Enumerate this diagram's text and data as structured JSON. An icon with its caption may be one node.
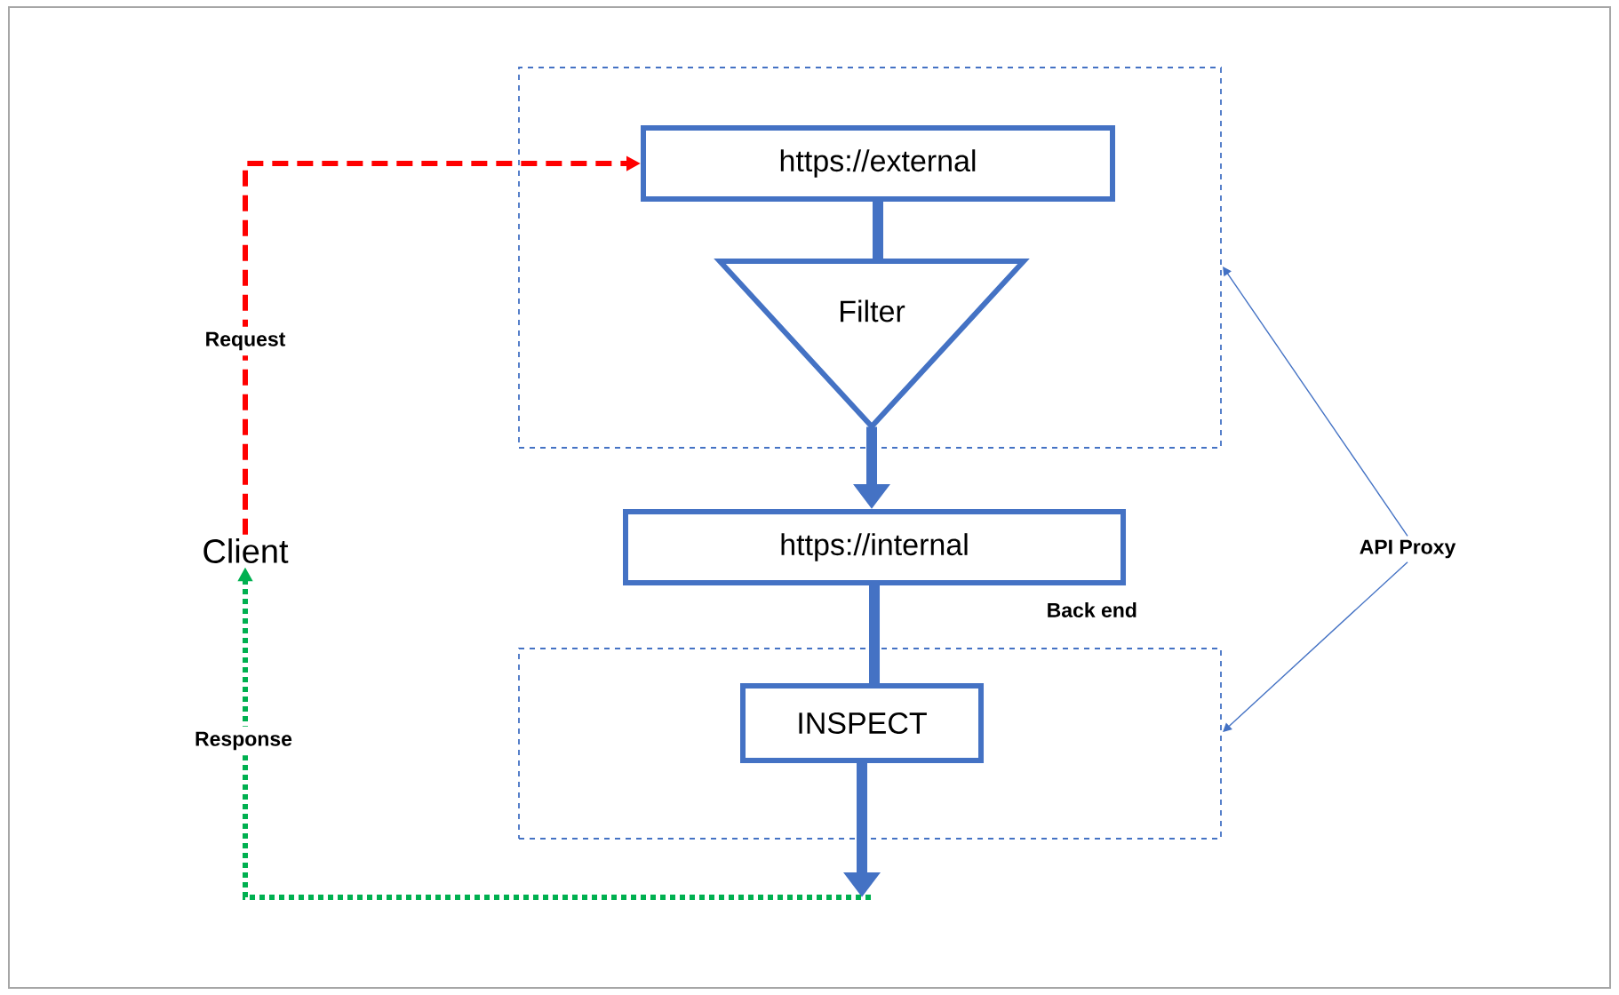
{
  "diagram": {
    "nodes": [
      {
        "text": [],
        "shape": "box"
      },
      {
        "text": [
          "https://external"
        ],
        "in": 0
      },
      {
        "text": [
          "Filter"
        ],
        "in": 0
      },
      {
        "text": [
          "https://internal"
        ],
        "beside": [
          "Back end"
        ]
      },
      {
        "text": [],
        "shape": "box"
      },
      {
        "text": [
          "INSPECT"
        ],
        "in": 4
      },
      {
        "text": [
          "Client"
        ]
      },
      {
        "text": [
          "API Proxy"
        ]
      }
    ],
    "edges": [
      {
        "from": 6,
        "to": 1,
        "arrow": "to",
        "label": "Request",
        "style": "dashed",
        "color": "#ff0000"
      },
      {
        "from": 1,
        "to": 2,
        "arrow": "none",
        "style": "thick"
      },
      {
        "from": 2,
        "to": 3,
        "arrow": "to",
        "style": "thick"
      },
      {
        "from": 3,
        "to": 5,
        "arrow": "none",
        "style": "thick"
      },
      {
        "from": 5,
        "to": null,
        "arrow": "to",
        "style": "thick"
      },
      {
        "from": null,
        "to": 6,
        "arrow": "to",
        "label": "Response",
        "style": "dashed",
        "color": "#00b050"
      },
      {
        "from": 7,
        "to": 0,
        "arrow": "to"
      },
      {
        "from": 7,
        "to": 4,
        "arrow": "to"
      }
    ]
  }
}
